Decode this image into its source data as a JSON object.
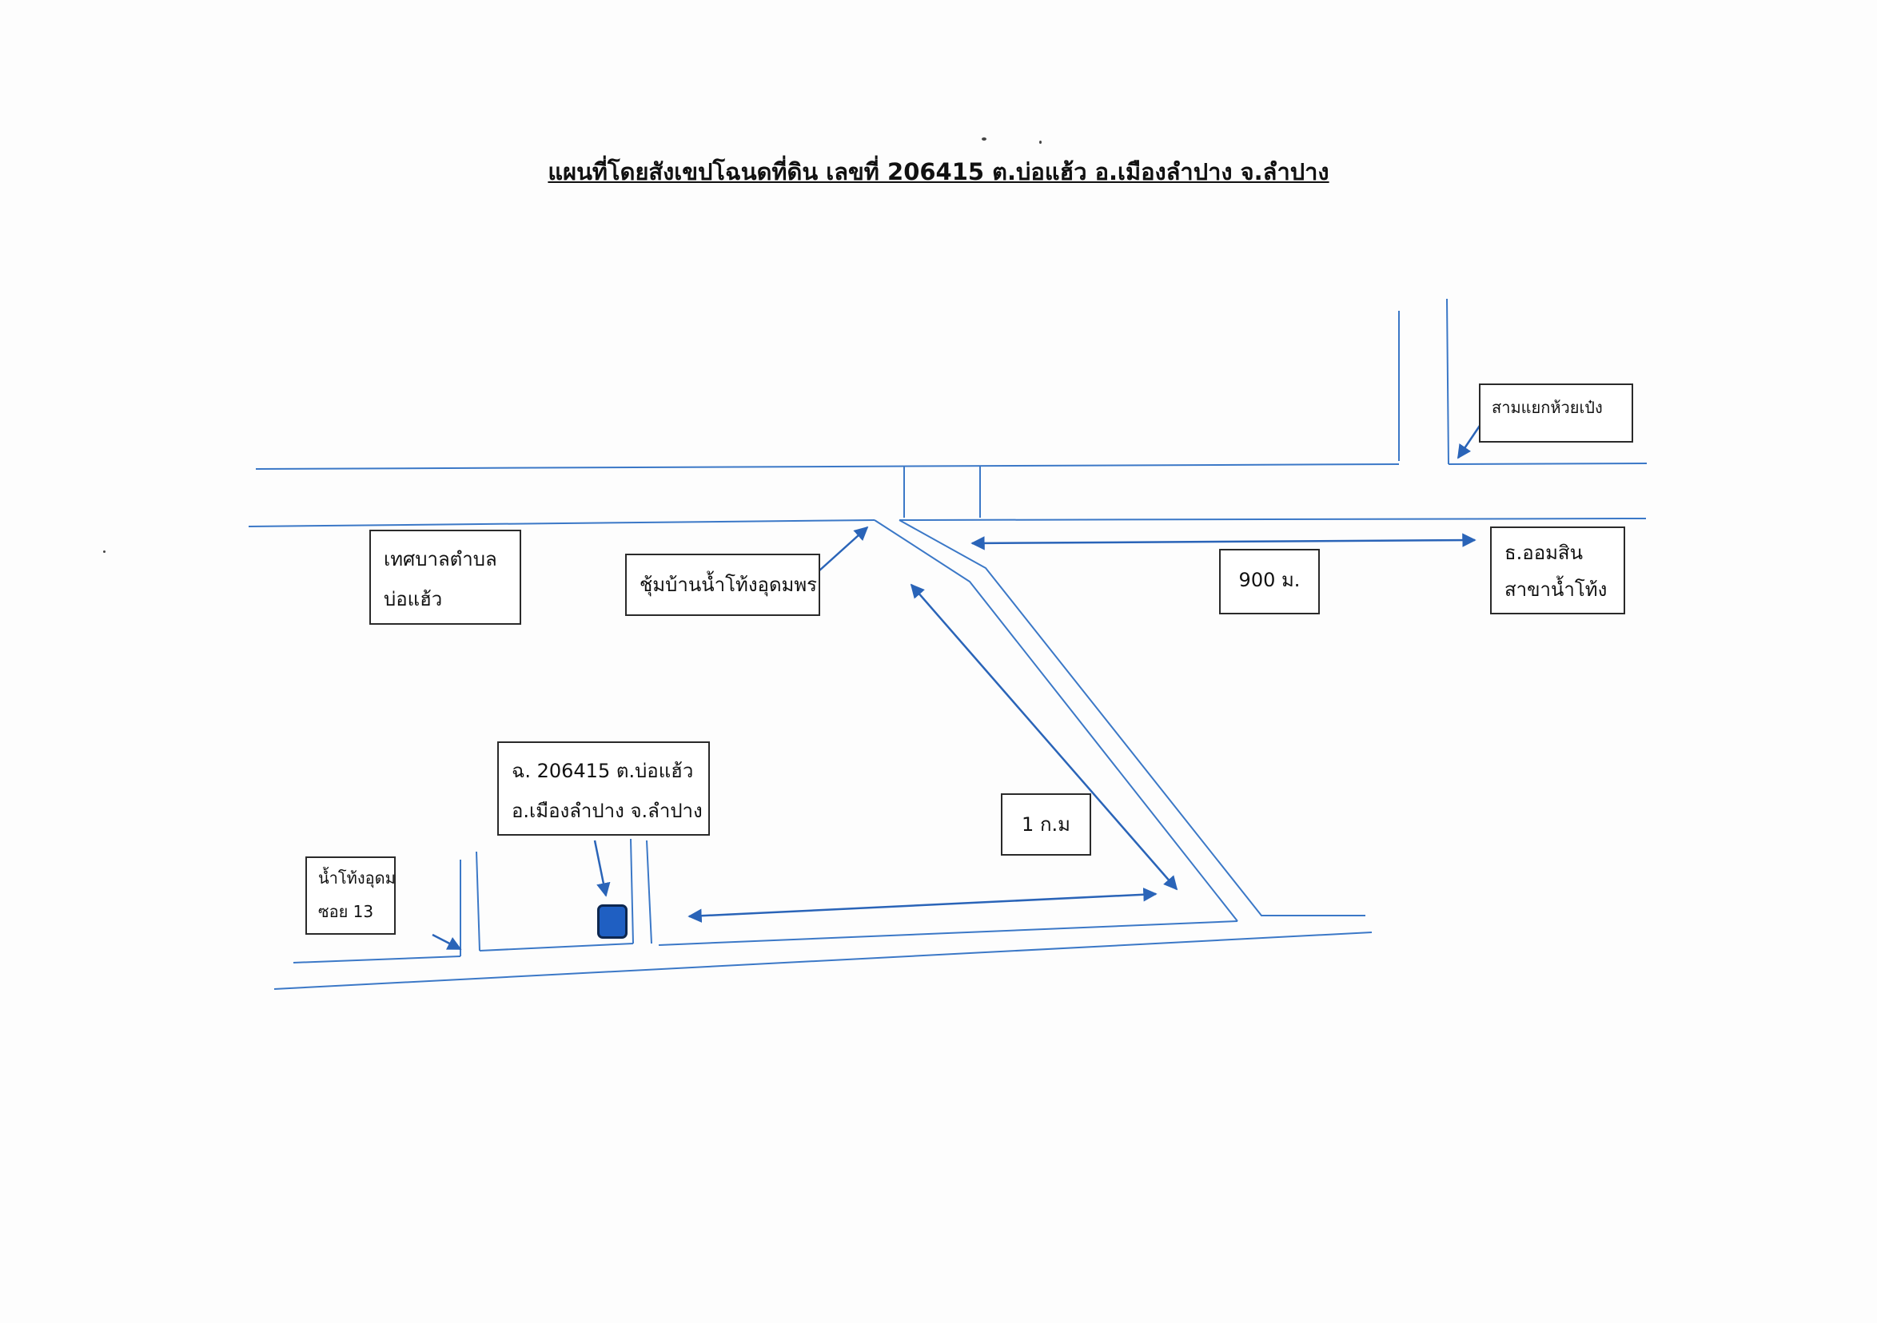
{
  "title": "แผนที่โดยสังเขปโฉนดที่ดิน เลขที่ 206415 ต.บ่อแฮ้ว อ.เมืองลำปาง จ.ลำปาง",
  "colors": {
    "road": "#3b78c7",
    "arrow": "#2a64b8",
    "box_border": "#2a2a2a",
    "parcel_marker": "#1f5fc2"
  },
  "labels": {
    "municipality": {
      "line1": "เทศบาลตำบล",
      "line2": "บ่อแฮ้ว"
    },
    "community": {
      "text": "ชุ้มบ้านน้ำโท้งอุดมพร"
    },
    "junction": {
      "text": "สามแยกห้วยเป๋ง"
    },
    "bank": {
      "line1": "ธ.ออมสิน",
      "line2": "สาขาน้ำโท้ง"
    },
    "distance_900": {
      "text": "900 ม."
    },
    "distance_1km": {
      "text": "1 ก.ม"
    },
    "parcel": {
      "line1": "ฉ. 206415 ต.บ่อแฮ้ว",
      "line2": "อ.เมืองลำปาง จ.ลำปาง"
    },
    "soi": {
      "line1": "น้ำโท้งอุดม",
      "line2": "ซอย 13"
    }
  },
  "icons": {
    "parcel_marker": "filled-square-marker",
    "arrows": "pointer-arrow"
  }
}
